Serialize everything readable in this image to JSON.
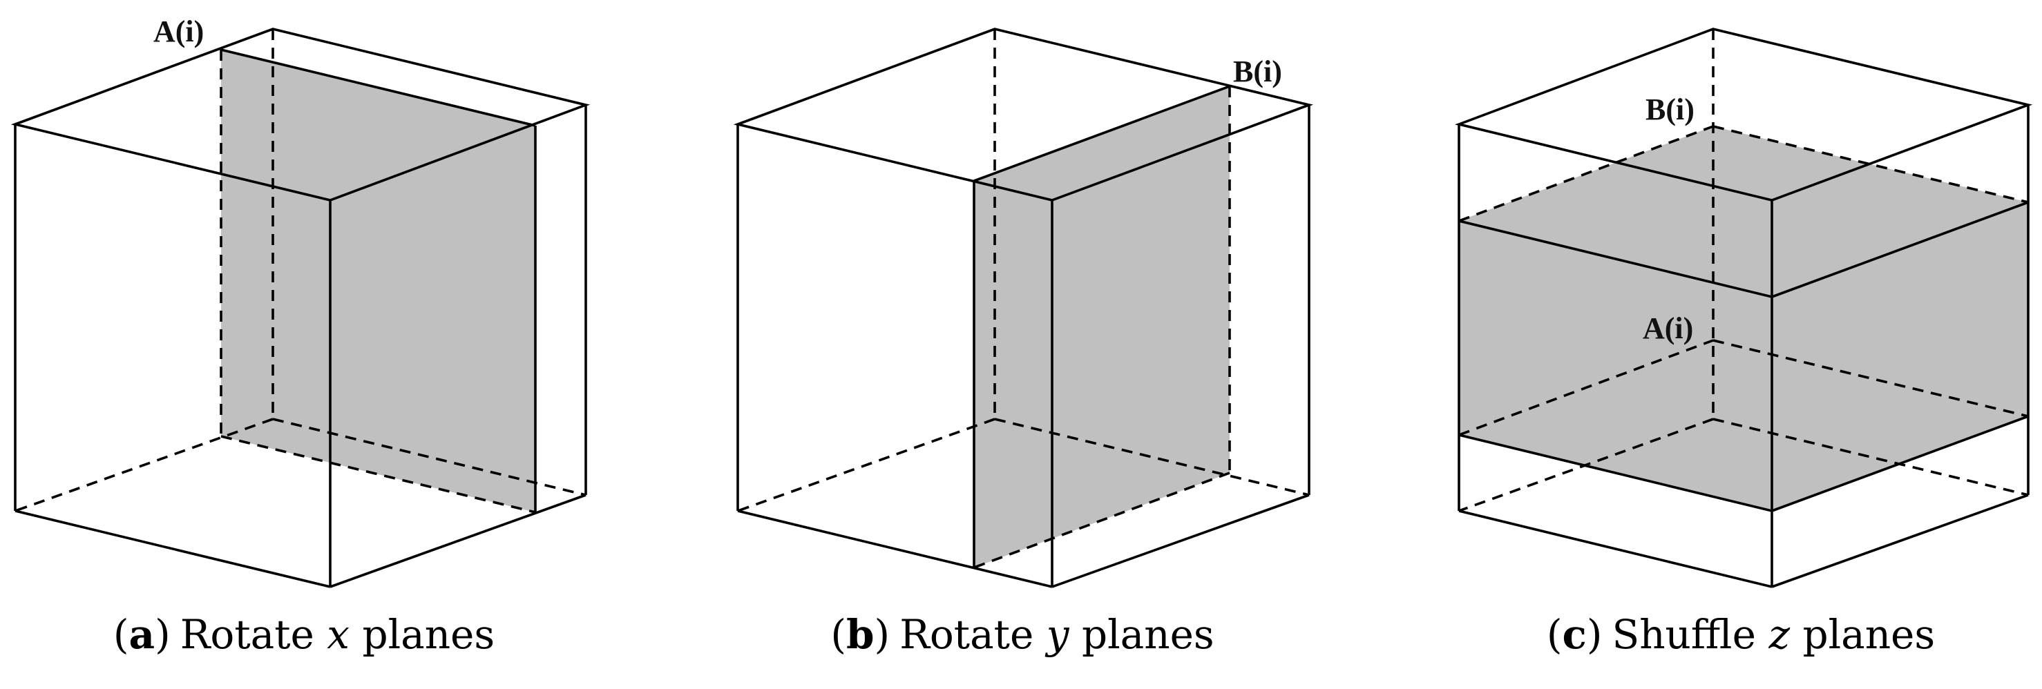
{
  "colors": {
    "plane": "#c0c0c0",
    "lines": "#000000",
    "background": "#ffffff"
  },
  "panels": [
    {
      "id": "a",
      "letter": "a",
      "caption_prefix": "Rotate",
      "caption_var": "x",
      "caption_suffix": "planes",
      "point_labels": [
        "A(i)"
      ],
      "slice_orientation": "x-plane"
    },
    {
      "id": "b",
      "letter": "b",
      "caption_prefix": "Rotate",
      "caption_var": "y",
      "caption_suffix": "planes",
      "point_labels": [
        "B(i)"
      ],
      "slice_orientation": "y-plane"
    },
    {
      "id": "c",
      "letter": "c",
      "caption_prefix": "Shuffle",
      "caption_var": "z",
      "caption_suffix": "planes",
      "point_labels": [
        "B(i)",
        "A(i)"
      ],
      "slice_orientation": "z-plane"
    }
  ]
}
